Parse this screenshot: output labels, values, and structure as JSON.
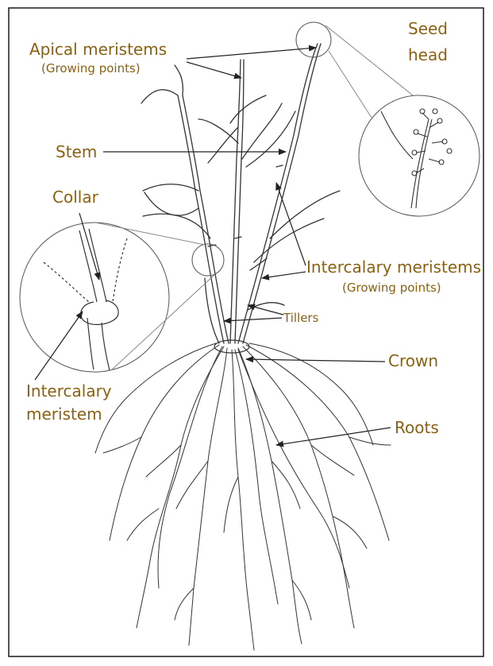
{
  "colors": {
    "label": "#8a6212",
    "line": "#222222",
    "frame": "#1a1a1a"
  },
  "labels": {
    "apical": "Apical meristems",
    "apical_sub": "(Growing points)",
    "seed_head_1": "Seed",
    "seed_head_2": "head",
    "stem": "Stem",
    "collar": "Collar",
    "intercalary_plural": "Intercalary meristems",
    "intercalary_plural_sub": "(Growing points)",
    "tillers": "Tillers",
    "crown": "Crown",
    "intercalary_single_1": "Intercalary",
    "intercalary_single_2": "meristem",
    "roots": "Roots"
  }
}
